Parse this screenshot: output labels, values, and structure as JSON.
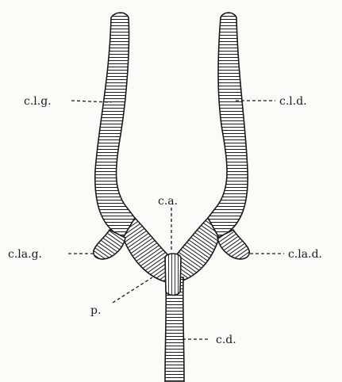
{
  "colors": {
    "background": "#fbfbf8",
    "ink": "#1a1a1a",
    "fill": "#ffffff"
  },
  "labels": {
    "clg": "c.l.g.",
    "cld": "c.l.d.",
    "ca": "c.a.",
    "clag": "c.la.g.",
    "clad": "c.la.d.",
    "p": "p.",
    "cd": "c.d."
  }
}
